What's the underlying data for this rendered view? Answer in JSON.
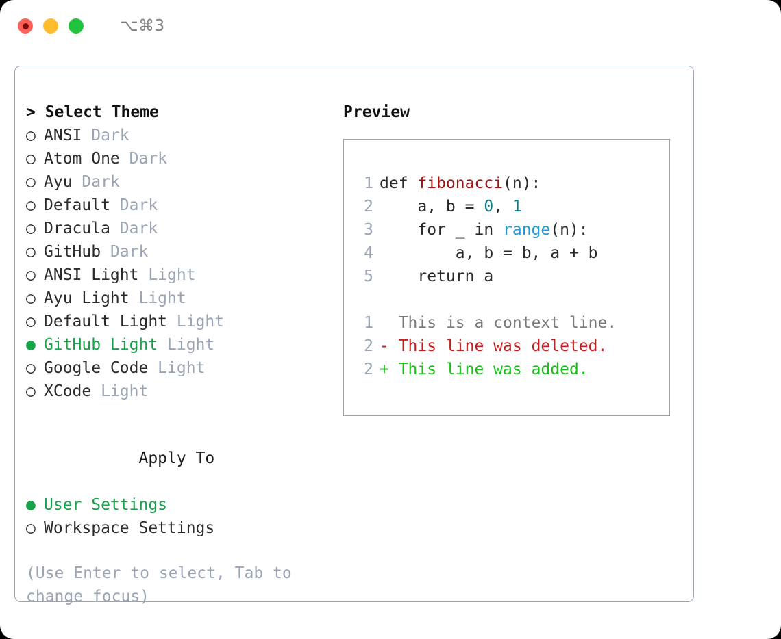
{
  "window": {
    "titlebar": {
      "traffic_lights": [
        {
          "name": "close",
          "color": "#FF6159"
        },
        {
          "name": "minimize",
          "color": "#FFBD2E"
        },
        {
          "name": "maximize",
          "color": "#22C33D"
        }
      ],
      "shortcut": "⌥⌘3"
    }
  },
  "theme_list": {
    "header": "> Select Theme",
    "items": [
      {
        "marker": "○",
        "name": "ANSI",
        "category": "Dark",
        "selected": false
      },
      {
        "marker": "○",
        "name": "Atom One",
        "category": "Dark",
        "selected": false
      },
      {
        "marker": "○",
        "name": "Ayu",
        "category": "Dark",
        "selected": false
      },
      {
        "marker": "○",
        "name": "Default",
        "category": "Dark",
        "selected": false
      },
      {
        "marker": "○",
        "name": "Dracula",
        "category": "Dark",
        "selected": false
      },
      {
        "marker": "○",
        "name": "GitHub",
        "category": "Dark",
        "selected": false
      },
      {
        "marker": "○",
        "name": "ANSI Light",
        "category": "Light",
        "selected": false
      },
      {
        "marker": "○",
        "name": "Ayu Light",
        "category": "Light",
        "selected": false
      },
      {
        "marker": "○",
        "name": "Default Light",
        "category": "Light",
        "selected": false
      },
      {
        "marker": "●",
        "name": "GitHub Light",
        "category": "Light",
        "selected": true
      },
      {
        "marker": "○",
        "name": "Google Code",
        "category": "Light",
        "selected": false
      },
      {
        "marker": "○",
        "name": "XCode",
        "category": "Light",
        "selected": false
      }
    ]
  },
  "apply_to": {
    "header": "Apply To",
    "options": [
      {
        "marker": "●",
        "label": "User Settings",
        "selected": true
      },
      {
        "marker": "○",
        "label": "Workspace Settings",
        "selected": false
      }
    ]
  },
  "hint": "(Use Enter to select, Tab to change focus)",
  "preview": {
    "title": "Preview",
    "code_lines": [
      {
        "number": "1",
        "tokens": [
          {
            "text": "def ",
            "kind": "plain"
          },
          {
            "text": "fibonacci",
            "kind": "fn"
          },
          {
            "text": "(n):",
            "kind": "plain"
          }
        ]
      },
      {
        "number": "2",
        "tokens": [
          {
            "text": "    a, b = ",
            "kind": "plain"
          },
          {
            "text": "0",
            "kind": "num"
          },
          {
            "text": ", ",
            "kind": "plain"
          },
          {
            "text": "1",
            "kind": "num"
          }
        ]
      },
      {
        "number": "3",
        "tokens": [
          {
            "text": "    for _ in ",
            "kind": "plain"
          },
          {
            "text": "range",
            "kind": "builtin"
          },
          {
            "text": "(n):",
            "kind": "plain"
          }
        ]
      },
      {
        "number": "4",
        "tokens": [
          {
            "text": "        a, b = b, a + b",
            "kind": "plain"
          }
        ]
      },
      {
        "number": "5",
        "tokens": [
          {
            "text": "    return a",
            "kind": "plain"
          }
        ]
      }
    ],
    "diff_lines": [
      {
        "number": "1",
        "sign": " ",
        "text": " This is a context line.",
        "kind": "context"
      },
      {
        "number": "2",
        "sign": "-",
        "text": " This line was deleted.",
        "kind": "deleted"
      },
      {
        "number": "2",
        "sign": "+",
        "text": " This line was added.",
        "kind": "added"
      }
    ]
  },
  "colors": {
    "selection_green": "#15A349",
    "muted_gray": "#9aa4b4",
    "border": "#9aa4b4",
    "fn_red": "#A31515",
    "num_teal": "#0B7C85",
    "builtin_blue": "#1E9CD7",
    "diff_deleted": "#C41E1E",
    "diff_added": "#17C017",
    "diff_context": "#7a7a7a"
  }
}
